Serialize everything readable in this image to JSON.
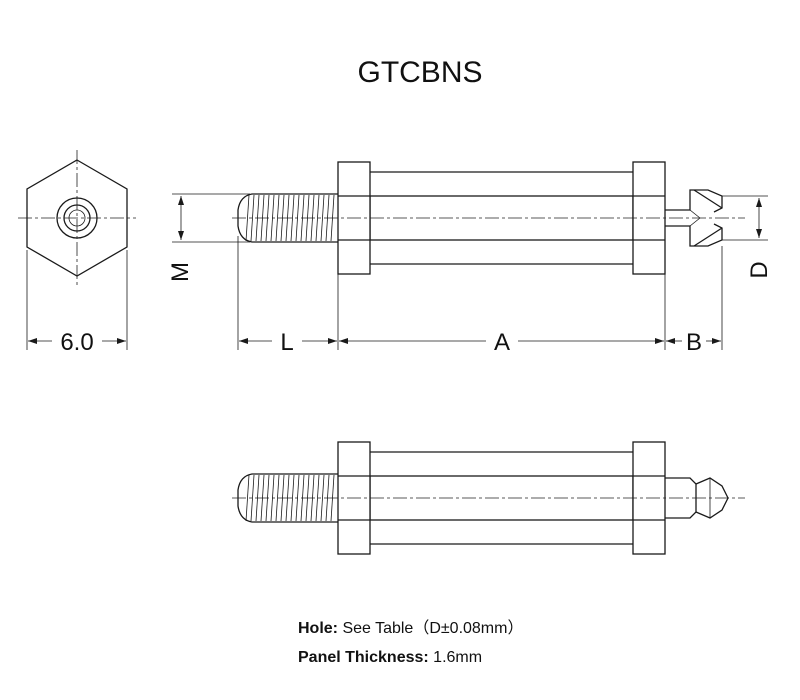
{
  "title": "GTCBNS",
  "dimensions": {
    "hex_width": "6.0",
    "thread_length": "L",
    "body_length": "A",
    "clip_length": "B",
    "thread_size": "M",
    "hole_diameter": "D"
  },
  "notes": {
    "hole_label": "Hole:",
    "hole_value": "See Table（D±0.08mm）",
    "panel_label": "Panel Thickness:",
    "panel_value": "1.6mm"
  }
}
